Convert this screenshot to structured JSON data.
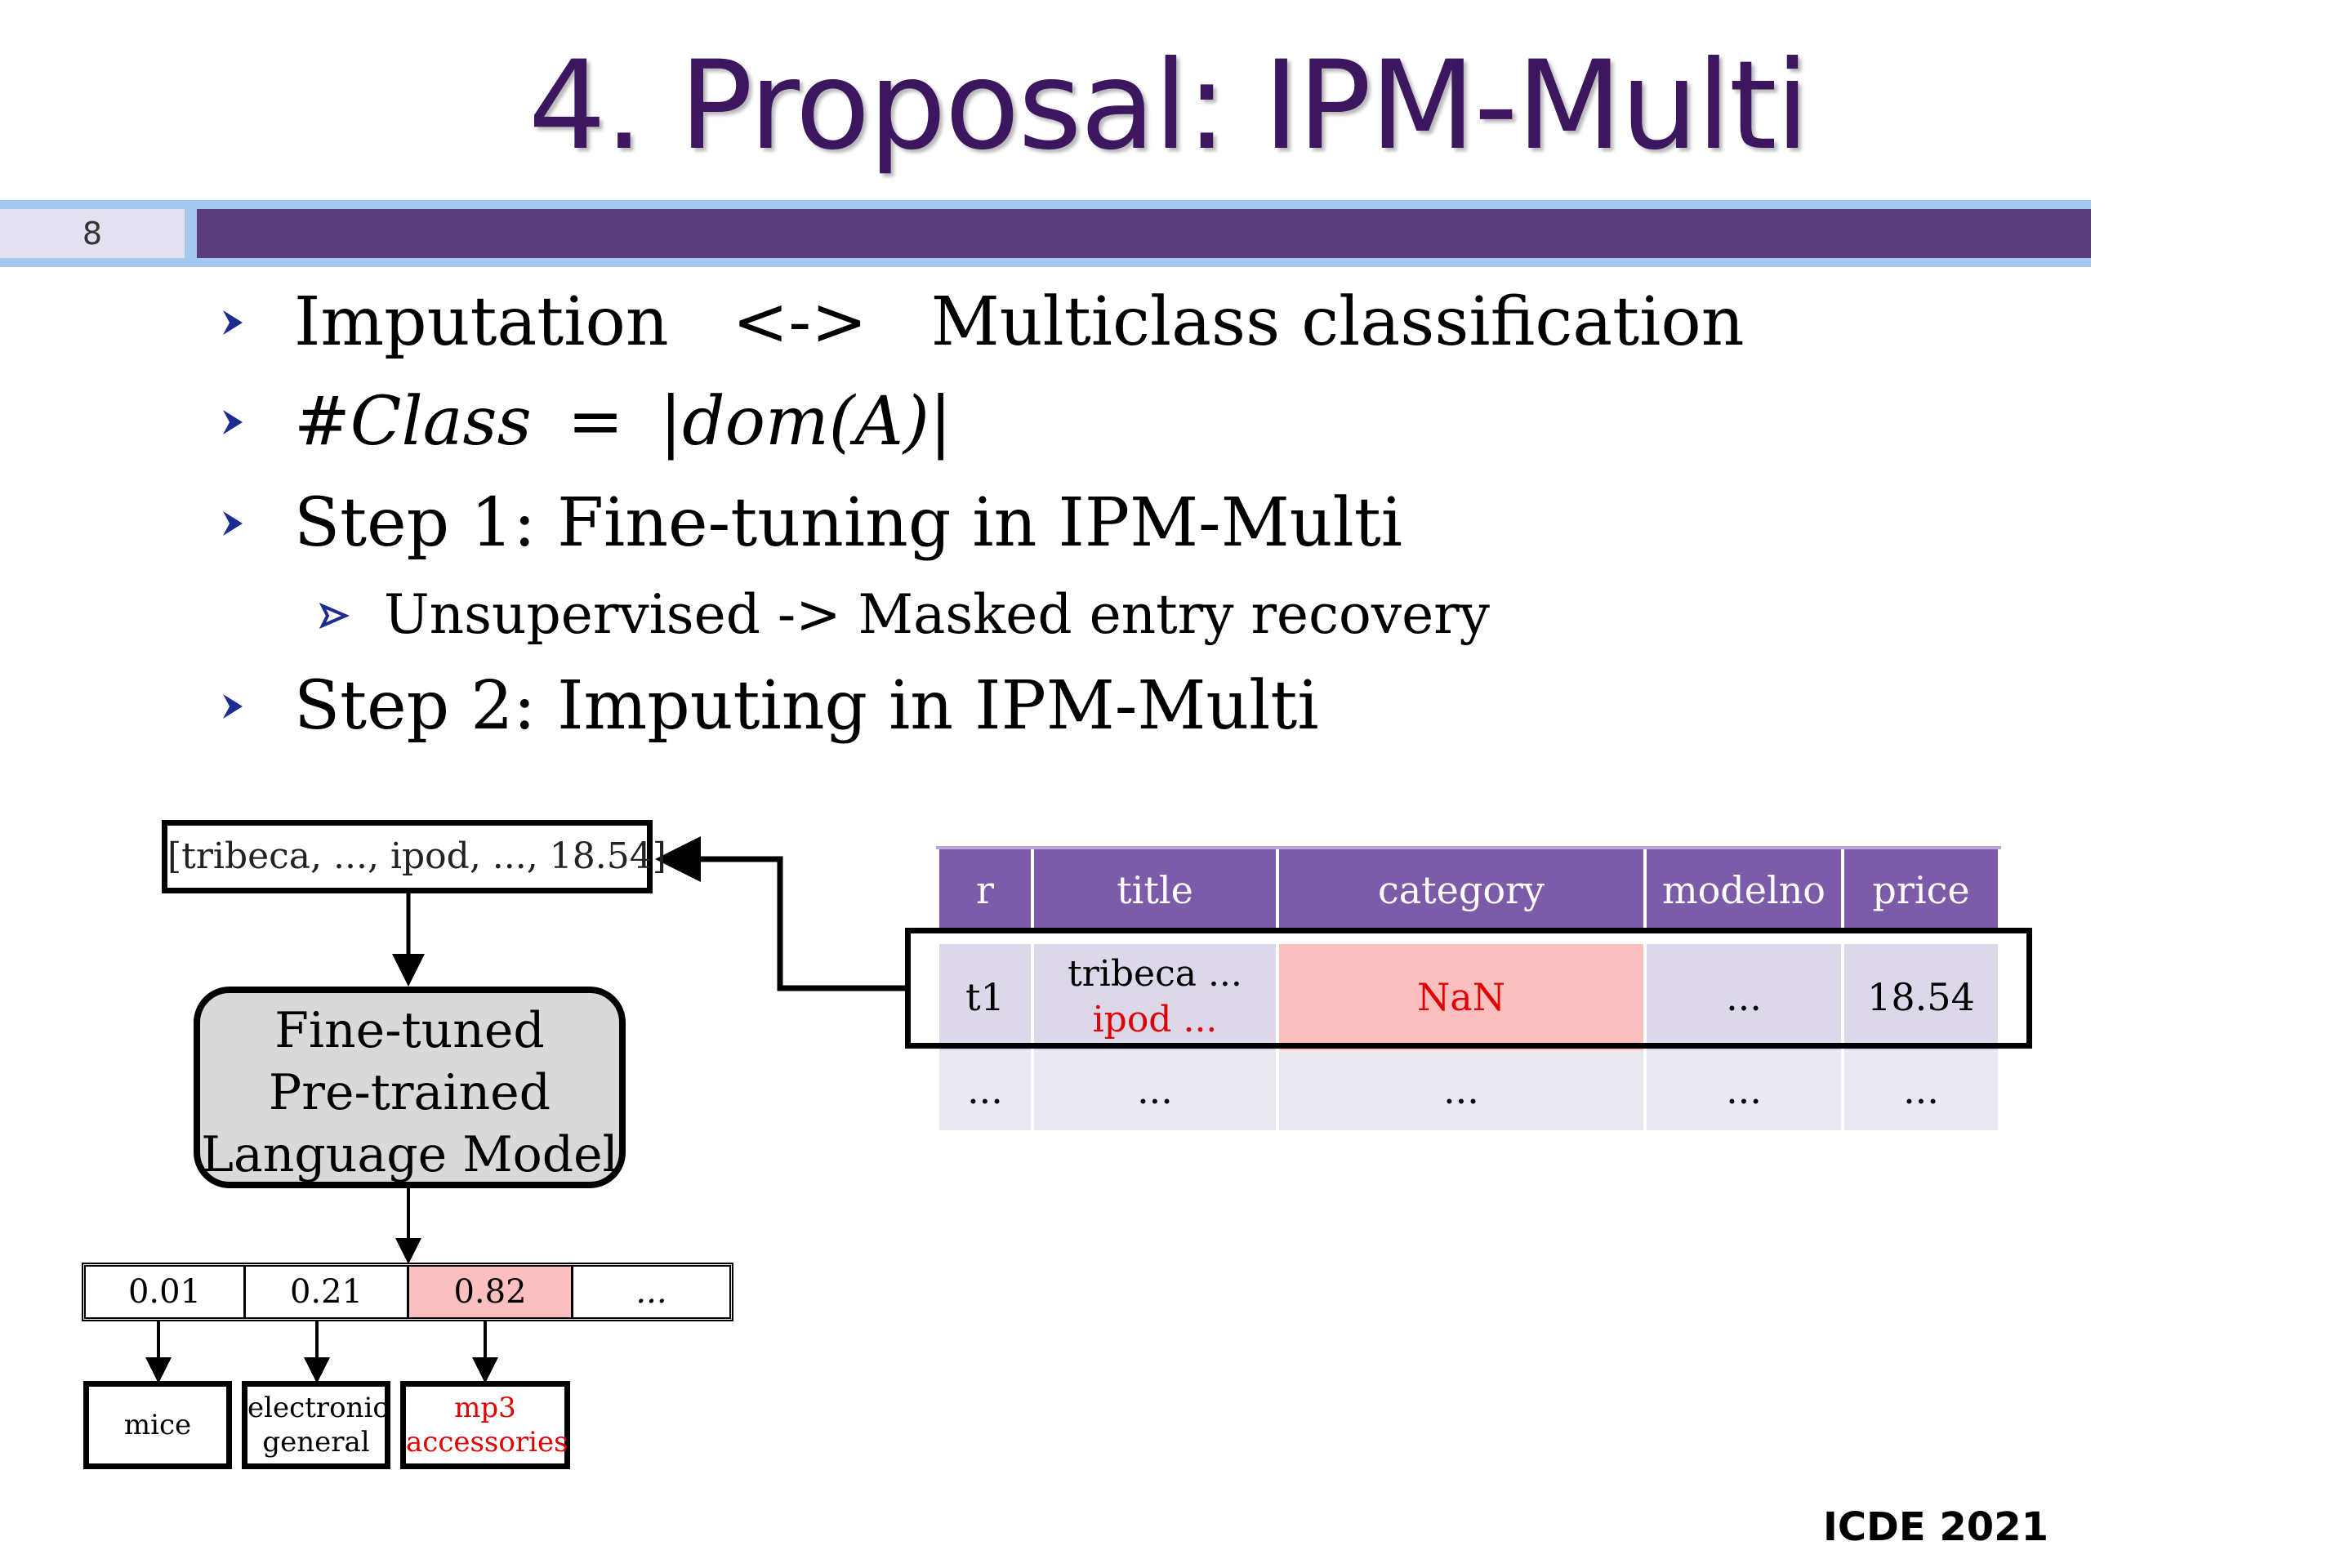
{
  "slide": {
    "title": "4. Proposal: IPM-Multi",
    "page_number": "8",
    "footer": "ICDE 2021"
  },
  "bullets": {
    "b1_left": "Imputation",
    "b1_mid": "<->",
    "b1_right": "Multiclass classification",
    "b2_lhs": "#Class",
    "b2_eq": "=",
    "b2_rhs": "|dom(A)|",
    "b3": "Step 1: Fine-tuning in IPM-Multi",
    "b3_sub": "Unsupervised -> Masked entry recovery",
    "b4": "Step 2: Imputing in IPM-Multi"
  },
  "diagram": {
    "input_text": "[tribeca, ..., ipod, ..., 18.54]",
    "model_lines": [
      "Fine-tuned",
      "Pre-trained",
      "Language Model"
    ],
    "probabilities": [
      "0.01",
      "0.21",
      "0.82",
      "..."
    ],
    "classes": [
      {
        "line1": "mice",
        "line2": ""
      },
      {
        "line1": "electronic",
        "line2": "general"
      },
      {
        "line1": "mp3",
        "line2": "accessories"
      }
    ]
  },
  "table": {
    "headers": [
      "r",
      "title",
      "category",
      "modelno",
      "price"
    ],
    "row1": {
      "r": "t1",
      "title_line1": "tribeca ...",
      "title_line2": "ipod ...",
      "category": "NaN",
      "modelno": "...",
      "price": "18.54"
    },
    "row2": [
      "...",
      "...",
      "...",
      "...",
      "..."
    ]
  },
  "colors": {
    "title": "#3c1760",
    "header_bar": "#5a3e7c",
    "table_header": "#7c5ca8",
    "highlight": "#fcbfbf",
    "accent_red": "#e00000",
    "bullet_chevron": "#1b2b8f"
  }
}
